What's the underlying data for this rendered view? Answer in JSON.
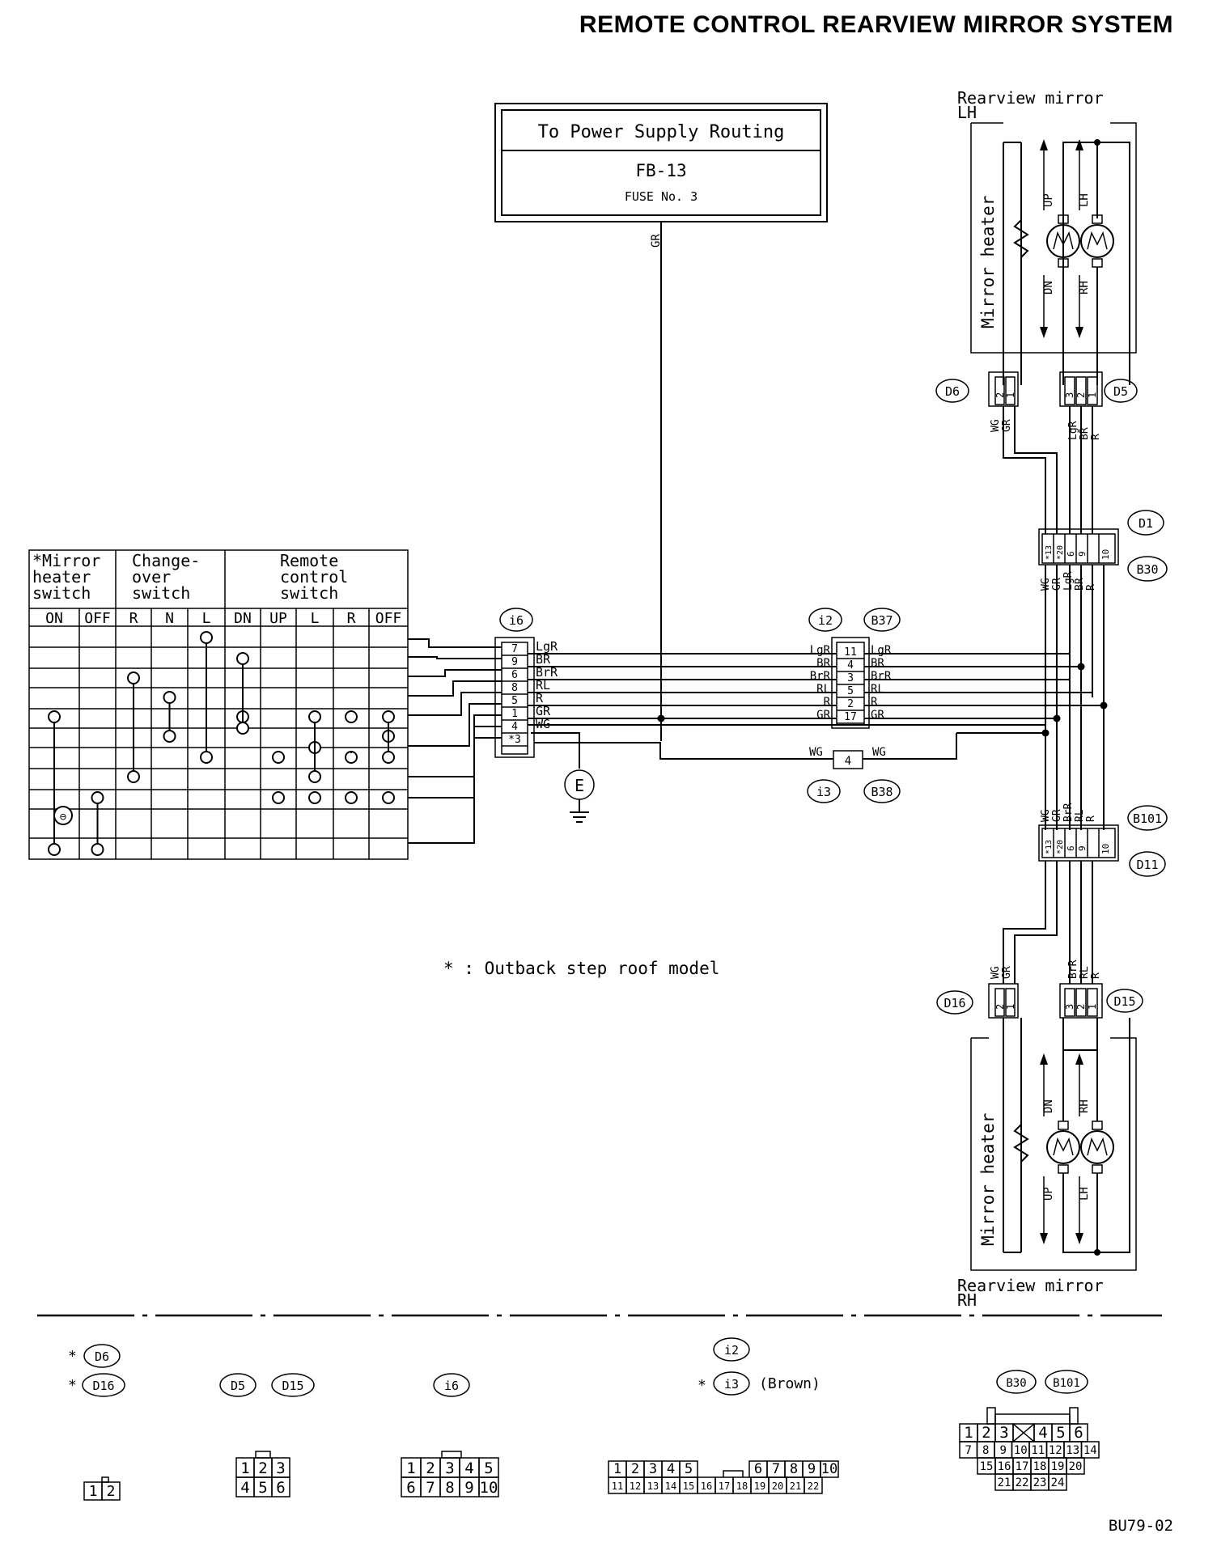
{
  "title": "REMOTE CONTROL REARVIEW MIRROR SYSTEM",
  "power": {
    "heading": "To Power Supply Routing",
    "fuse_ref": "FB-13",
    "fuse_no": "FUSE No. 3",
    "wire": "GR"
  },
  "mirror_lh": {
    "label1": "Rearview mirror",
    "label2": "LH",
    "heater": "Mirror heater",
    "up": "UP",
    "dn": "DN",
    "lh": "LH",
    "rh": "RH"
  },
  "mirror_rh": {
    "label1": "Rearview mirror",
    "label2": "RH",
    "heater": "Mirror heater",
    "up": "UP",
    "dn": "DN",
    "lh": "LH",
    "rh": "RH"
  },
  "connectors": {
    "d6": "D6",
    "d5": "D5",
    "d1": "D1",
    "b30": "B30",
    "i6": "i6",
    "i2": "i2",
    "b37": "B37",
    "i3": "i3",
    "b38": "B38",
    "b101": "B101",
    "d11": "D11",
    "d16": "D16",
    "d15": "D15",
    "e": "E"
  },
  "d6_pins": [
    "2",
    "1"
  ],
  "d6_wires": [
    "WG",
    "GR"
  ],
  "d5_pins": [
    "3",
    "2",
    "1"
  ],
  "d5_wires": [
    "LgR",
    "BR",
    "R"
  ],
  "d16_pins": [
    "2",
    "1"
  ],
  "d16_wires": [
    "WG",
    "GR"
  ],
  "d15_pins": [
    "3",
    "2",
    "1"
  ],
  "d15_wires": [
    "BrR",
    "RL",
    "R"
  ],
  "d1_pins": [
    "*13",
    "*20",
    "6",
    "9",
    "10"
  ],
  "d1_wires": [
    "WG",
    "GR",
    "LgR",
    "BR",
    "R"
  ],
  "b101_pins": [
    "*13",
    "*20",
    "6",
    "9",
    "10"
  ],
  "b101_wires": [
    "WG",
    "GR",
    "BrR",
    "RL",
    "R"
  ],
  "i6_pins": [
    "7",
    "9",
    "6",
    "8",
    "5",
    "1",
    "4",
    "*3"
  ],
  "i6_wires": [
    "LgR",
    "BR",
    "BrR",
    "RL",
    "R",
    "GR",
    "WG"
  ],
  "i2_pins": [
    "11",
    "4",
    "3",
    "5",
    "2",
    "17"
  ],
  "i2_left": [
    "LgR",
    "BR",
    "BrR",
    "RL",
    "R",
    "GR"
  ],
  "i2_right": [
    "LgR",
    "BR",
    "BrR",
    "RL",
    "R",
    "GR"
  ],
  "i3_pin": "4",
  "i3_wires": [
    "WG",
    "WG"
  ],
  "switch": {
    "groups": [
      "*Mirror heater switch",
      "Change-over switch",
      "Remote control switch"
    ],
    "g1": [
      "*Mirror",
      "heater",
      "switch"
    ],
    "g2": [
      "Change-",
      "over",
      "switch"
    ],
    "g3": [
      "Remote",
      "control",
      "switch"
    ],
    "cols": [
      "ON",
      "OFF",
      "R",
      "N",
      "L",
      "DN",
      "UP",
      "L",
      "R",
      "OFF"
    ]
  },
  "note": "* : Outback step roof model",
  "legend": {
    "d6": "D6",
    "d16": "D16",
    "d5": "D5",
    "d15": "D15",
    "i6": "i6",
    "i2": "i2",
    "i3": "i3",
    "brown": "(Brown)",
    "b30": "B30",
    "b101": "B101",
    "star": "*",
    "pins_2": [
      "1",
      "2"
    ],
    "pins_6": [
      "1",
      "2",
      "3",
      "4",
      "5",
      "6"
    ],
    "pins_10": [
      "1",
      "2",
      "3",
      "4",
      "5",
      "6",
      "7",
      "8",
      "9",
      "10"
    ],
    "pins_22a": [
      "1",
      "2",
      "3",
      "4",
      "5",
      "6",
      "7",
      "8",
      "9",
      "10"
    ],
    "pins_22b": [
      "11",
      "12",
      "13",
      "14",
      "15",
      "16",
      "17",
      "18",
      "19",
      "20",
      "21",
      "22"
    ],
    "pins_24a": [
      "1",
      "2",
      "3",
      "4",
      "5",
      "6"
    ],
    "pins_24b": [
      "7",
      "8",
      "9",
      "10",
      "11",
      "12",
      "13",
      "14"
    ],
    "pins_24c": [
      "15",
      "16",
      "17",
      "18",
      "19",
      "20"
    ],
    "pins_24d": [
      "21",
      "22",
      "23",
      "24"
    ]
  },
  "code": "BU79-02"
}
